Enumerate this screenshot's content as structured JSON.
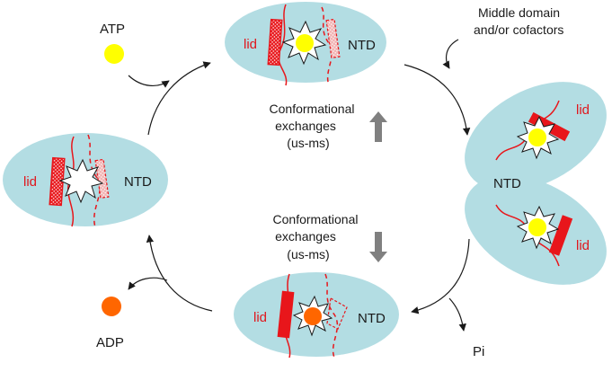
{
  "labels": {
    "atp": "ATP",
    "adp": "ADP",
    "pi": "Pi",
    "middle_line1": "Middle domain",
    "middle_line2": "and/or cofactors",
    "conf_top_line1": "Conformational",
    "conf_top_line2": "exchanges",
    "conf_top_line3": "(us-ms)",
    "conf_bottom_line1": "Conformational",
    "conf_bottom_line2": "exchanges",
    "conf_bottom_line3": "(us-ms)",
    "lid": "lid",
    "ntd": "NTD"
  },
  "colors": {
    "domain_fill": "#b3dde3",
    "lid_red": "#e8161b",
    "atp_yellow": "#ffff00",
    "adp_orange": "#ff6600",
    "arrow_gray": "#808080"
  }
}
